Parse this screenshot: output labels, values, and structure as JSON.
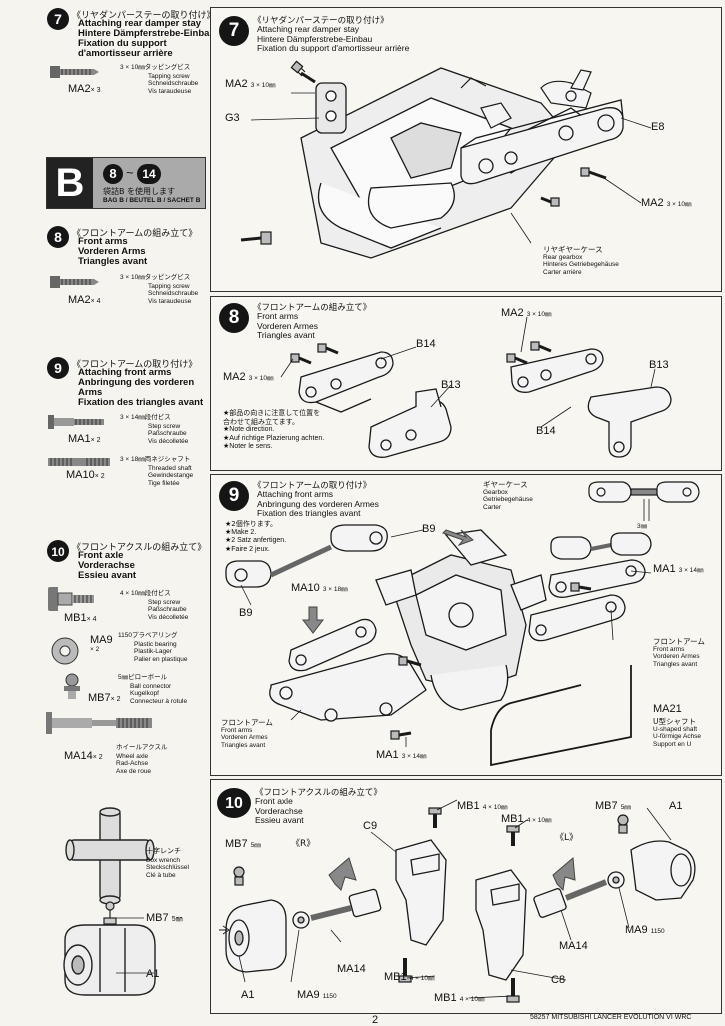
{
  "side": {
    "s7": {
      "num": "7",
      "jp": "《リヤダンパーステーの取り付け》",
      "en": [
        "Attaching rear damper stay",
        "Hintere Dämpferstrebe-Einbau",
        "Fixation du support",
        "d'amortisseur arrière"
      ]
    },
    "s7_part": {
      "spec": "3 × 10㎜タッピングビス",
      "names": [
        "Tapping screw",
        "Schneidschraube",
        "Vis taraudeuse"
      ],
      "code": "MA2",
      "qty": "× 3"
    },
    "bag": {
      "letter": "B",
      "from": "8",
      "to": "14",
      "jp": "袋詰B を使用します",
      "en": "BAG B / BEUTEL B / SACHET B"
    },
    "s8": {
      "num": "8",
      "jp": "《フロントアームの組み立て》",
      "en": [
        "Front arms",
        "Vorderen Arms",
        "Triangles avant"
      ]
    },
    "s8_part": {
      "spec": "3 × 10㎜タッピングビス",
      "names": [
        "Tapping screw",
        "Schneidschraube",
        "Vis taraudeuse"
      ],
      "code": "MA2",
      "qty": "× 4"
    },
    "s9": {
      "num": "9",
      "jp": "《フロントアームの取り付け》",
      "en": [
        "Attaching front arms",
        "Anbringung des vorderen",
        "Arms",
        "Fixation des triangles avant"
      ]
    },
    "s9_part1": {
      "spec": "3 × 14㎜段付ビス",
      "names": [
        "Step screw",
        "Paßschraube",
        "Vis décolletée"
      ],
      "code": "MA1",
      "qty": "× 2"
    },
    "s9_part2": {
      "spec": "3 × 18㎜両ネジシャフト",
      "names": [
        "Threaded shaft",
        "Gewindestange",
        "Tige filetée"
      ],
      "code": "MA10",
      "qty": "× 2"
    },
    "s10": {
      "num": "10",
      "jp": "《フロントアクスルの組み立て》",
      "en": [
        "Front axle",
        "Vorderachse",
        "Essieu avant"
      ]
    },
    "s10_part1": {
      "spec": "4 × 10㎜段付ビス",
      "names": [
        "Step screw",
        "Paßschraube",
        "Vis décolletée"
      ],
      "code": "MB1",
      "qty": "× 4"
    },
    "s10_part2": {
      "spec": "1150プラベアリング",
      "names": [
        "Plastic bearing",
        "Plastik-Lager",
        "Palier en plastique"
      ],
      "code": "MA9",
      "qty": "× 2"
    },
    "s10_part3": {
      "spec": "5㎜ピローボール",
      "names": [
        "Ball connector",
        "Kugelkopf",
        "Connecteur à rotule"
      ],
      "code": "MB7",
      "qty": "× 2"
    },
    "s10_part4": {
      "spec": "ホイールアクスル",
      "names": [
        "Wheel axle",
        "Rad-Achse",
        "Axe de roue"
      ],
      "code": "MA14",
      "qty": "× 2"
    },
    "wrench": {
      "jp": "十字レンチ",
      "names": [
        "Box wrench",
        "Steckschlüssel",
        "Clé à tube"
      ],
      "mb7": "MB7",
      "mb7sz": "5㎜",
      "a1": "A1"
    }
  },
  "p7": {
    "num": "7",
    "jp": "《リヤダンパーステーの取り付け》",
    "en": [
      "Attaching rear damper stay",
      "Hintere Dämpferstrebe-Einbau",
      "Fixation du support d'amortisseur arrière"
    ],
    "ma2a": "MA2",
    "ma2a_sz": "3 × 10㎜",
    "g3": "G3",
    "e8": "E8",
    "ma2b": "MA2",
    "ma2b_sz": "3 × 10㎜",
    "gear_jp": "リヤギヤーケース",
    "gear": [
      "Rear gearbox",
      "Hinteres Getriebegehäuse",
      "Carter arrière"
    ]
  },
  "p8": {
    "num": "8",
    "jp": "《フロントアームの組み立て》",
    "en": [
      "Front arms",
      "Vorderen Armes",
      "Triangles avant"
    ],
    "ma2a": "MA2",
    "ma2a_sz": "3 × 10㎜",
    "b14a": "B14",
    "b13a": "B13",
    "ma2b": "MA2",
    "ma2b_sz": "3 × 10㎜",
    "b13b": "B13",
    "b14b": "B14",
    "note": [
      "★部品の向きに注意して位置を",
      "合わせて組み立てます。",
      "★Note direction.",
      "★Auf richtige Plazierung achten.",
      "★Noter le sens."
    ]
  },
  "p9": {
    "num": "9",
    "jp": "《フロントアームの取り付け》",
    "en": [
      "Attaching front arms",
      "Anbringung des vorderen Armes",
      "Fixation des triangles avant"
    ],
    "make": [
      "★2個作ります。",
      "★Make 2.",
      "★2 Satz anfertigen.",
      "★Faire 2 jeux."
    ],
    "b9a": "B9",
    "b9b": "B9",
    "ma10": "MA10",
    "ma10_sz": "3 × 18㎜",
    "gear_jp": "ギヤーケース",
    "gear": [
      "Gearbox",
      "Getriebegehäuse",
      "Carter"
    ],
    "dim": "3㎜",
    "ma1a": "MA1",
    "ma1a_sz": "3 × 14㎜",
    "farm_jp": "フロントアーム",
    "farm": [
      "Front arms",
      "Vorderen Armes",
      "Triangles avant"
    ],
    "farm2_jp": "フロントアーム",
    "farm2": [
      "Front arms",
      "Vorderen Armes",
      "Triangles avant"
    ],
    "ma21": "MA21",
    "ma21_jp": "U型シャフト",
    "ma21_en": [
      "U-shaped shaft",
      "U-förmige Achse",
      "Support en U"
    ],
    "ma1b": "MA1",
    "ma1b_sz": "3 × 14㎜"
  },
  "p10": {
    "num": "10",
    "jp": "《フロントアクスルの組み立て》",
    "en": [
      "Front axle",
      "Vorderachse",
      "Essieu avant"
    ],
    "r": "《R》",
    "l": "《L》",
    "mb7a": "MB7",
    "mb7a_sz": "5㎜",
    "c9": "C9",
    "mb1a": "MB1",
    "mb1a_sz": "4 × 10㎜",
    "mb1b": "MB1",
    "mb1b_sz": "4 × 10㎜",
    "mb7b": "MB7",
    "mb7b_sz": "5㎜",
    "a1a": "A1",
    "ma14a": "MA14",
    "ma14b": "MA14",
    "ma9a": "MA9",
    "ma9a_sz": "1150",
    "a1b": "A1",
    "ma9b": "MA9",
    "ma9b_sz": "1150",
    "mb1c": "MB1",
    "mb1c_sz": "4 × 10㎜",
    "c8": "C8",
    "mb1d": "MB1",
    "mb1d_sz": "4 × 10㎜"
  },
  "footer": {
    "page": "2",
    "title": "58257 MITSUBISHI LANCER EVOLUTION VI WRC"
  }
}
